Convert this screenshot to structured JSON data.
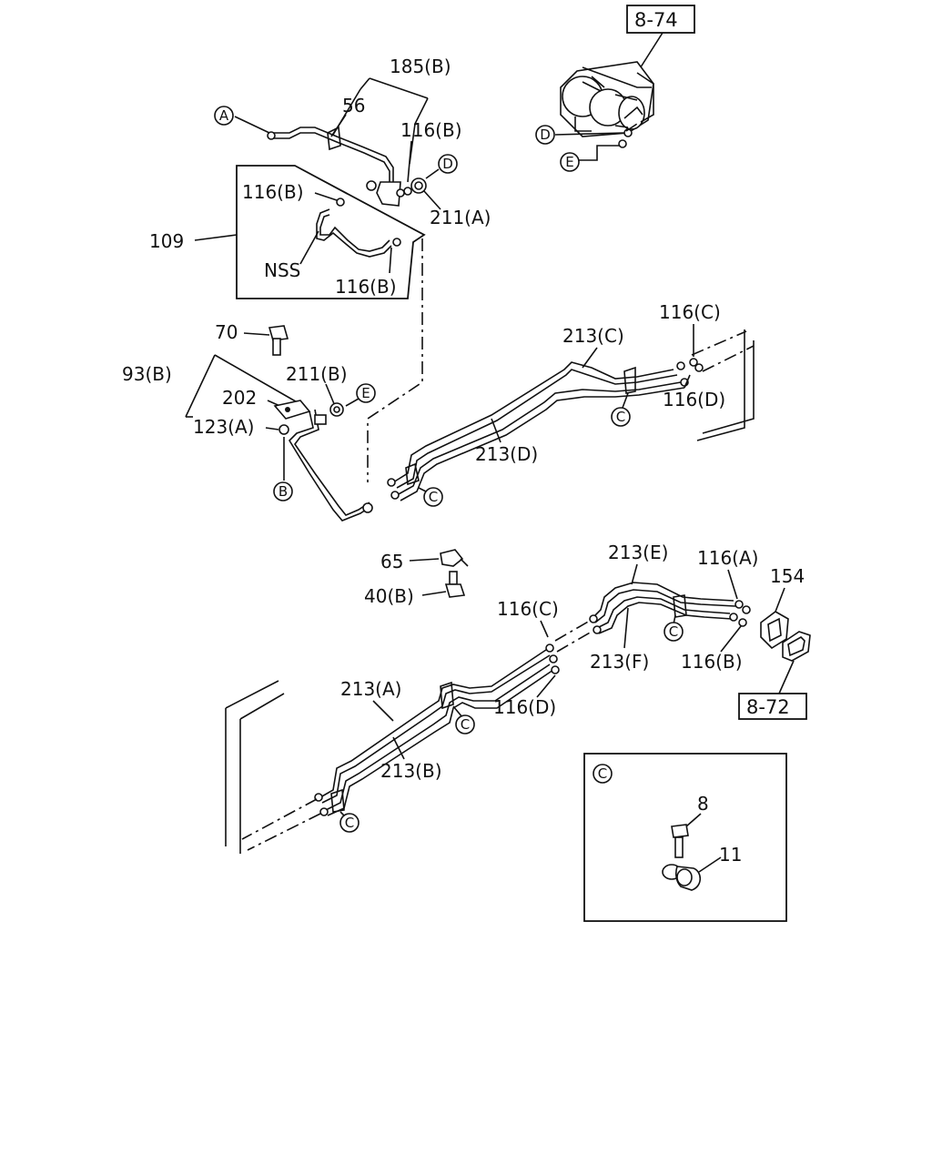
{
  "references": {
    "top": "8-74",
    "bottom": "8-72"
  },
  "labels": {
    "p185b": "185(B)",
    "p56": "56",
    "p116b_a": "116(B)",
    "p116b_b": "116(B)",
    "p211a": "211(A)",
    "p109": "109",
    "nss": "NSS",
    "p116b_c": "116(B)",
    "p70": "70",
    "p93b": "93(B)",
    "p202": "202",
    "p123a": "123(A)",
    "p211b": "211(B)",
    "p213c": "213(C)",
    "p116c_a": "116(C)",
    "p116d_a": "116(D)",
    "p213d": "213(D)",
    "p65": "65",
    "p40b": "40(B)",
    "p213e": "213(E)",
    "p116a": "116(A)",
    "p154": "154",
    "p116c_b": "116(C)",
    "p213f": "213(F)",
    "p116b_d": "116(B)",
    "p213a": "213(A)",
    "p116d_b": "116(D)",
    "p213b": "213(B)",
    "p8": "8",
    "p11": "11"
  },
  "callouts": {
    "a": "A",
    "b": "B",
    "c": "C",
    "d": "D",
    "e": "E"
  }
}
